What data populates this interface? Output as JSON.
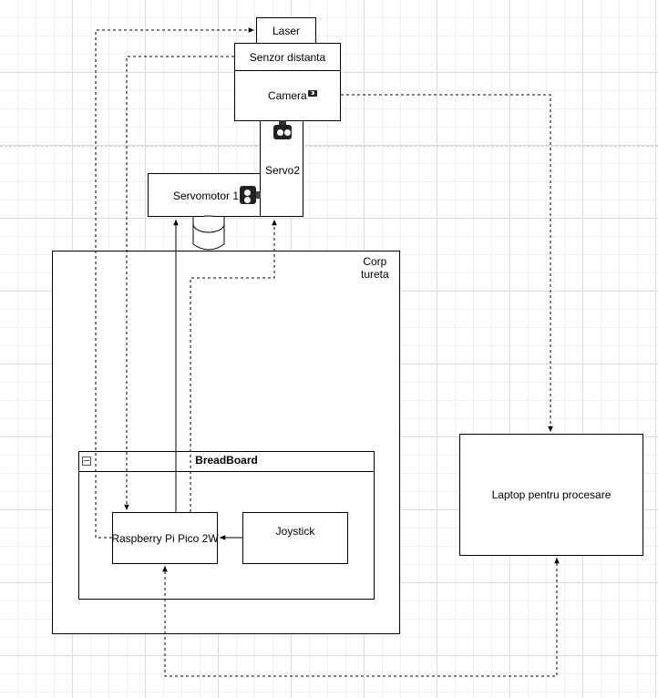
{
  "diagram": {
    "laser": "Laser",
    "senzor": "Senzor distanta",
    "camera": "Camera",
    "servo2": "Servo2",
    "servomotor1": "Servomotor 1",
    "corp_line1": "Corp",
    "corp_line2": "tureta",
    "breadboard": "BreadBoard",
    "pico": "Raspberry Pi Pico 2W",
    "joystick": "Joystick",
    "laptop": "Laptop pentru procesare"
  },
  "icons": {
    "camera": "camera-icon",
    "servo": "servo-icon",
    "collapse": "collapse-icon"
  },
  "colors": {
    "grid": "#dcdcdc",
    "line": "#000000",
    "background": "#ffffff"
  }
}
